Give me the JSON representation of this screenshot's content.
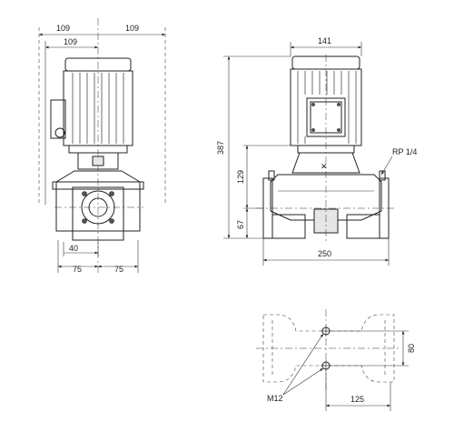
{
  "front_view": {
    "dim_top_total": "109",
    "dim_top_right": "109",
    "dim_top_left": "109",
    "dim_40": "40",
    "dim_75_left": "75",
    "dim_75_right": "75"
  },
  "side_view": {
    "dim_141": "141",
    "dim_387": "387",
    "dim_129": "129",
    "dim_67": "67",
    "dim_250": "250",
    "label_rp": "RP 1/4"
  },
  "bottom_view": {
    "dim_80": "80",
    "dim_125": "125",
    "label_m12": "M12"
  }
}
